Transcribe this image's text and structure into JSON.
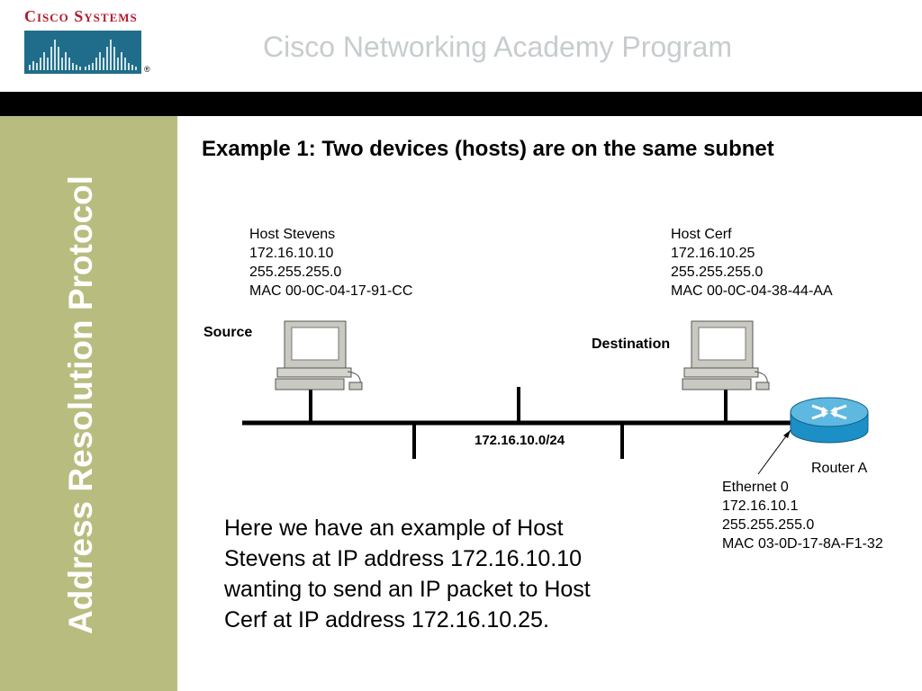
{
  "header": {
    "logo_text": "Cisco Systems",
    "logo_registered": "®",
    "title": "Cisco Networking Academy Program"
  },
  "sidebar": {
    "title": "Address Resolution Protocol"
  },
  "slide": {
    "heading": "Example 1:  Two devices (hosts) are on the same subnet",
    "body_lines": [
      "Here we have an example of Host",
      "Stevens at IP address 172.16.10.10",
      "wanting to send an IP packet to Host",
      "Cerf at IP address 172.16.10.25."
    ]
  },
  "diagram": {
    "host_stevens": {
      "lines": [
        "Host Stevens",
        "172.16.10.10",
        "255.255.255.0",
        "MAC 00-0C-04-17-91-CC"
      ],
      "role_label": "Source"
    },
    "host_cerf": {
      "lines": [
        "Host Cerf",
        "172.16.10.25",
        "255.255.255.0",
        "MAC 00-0C-04-38-44-AA"
      ],
      "role_label": "Destination"
    },
    "network_label": "172.16.10.0/24",
    "router": {
      "name": "Router A",
      "lines": [
        "Ethernet 0",
        "172.16.10.1",
        "255.255.255.0",
        "MAC 03-0D-17-8A-F1-32"
      ]
    },
    "colors": {
      "router_body": "#1c8fc6",
      "router_top": "#5fb8e0",
      "computer": "#c9c9c1",
      "screen": "#ffffff"
    }
  }
}
